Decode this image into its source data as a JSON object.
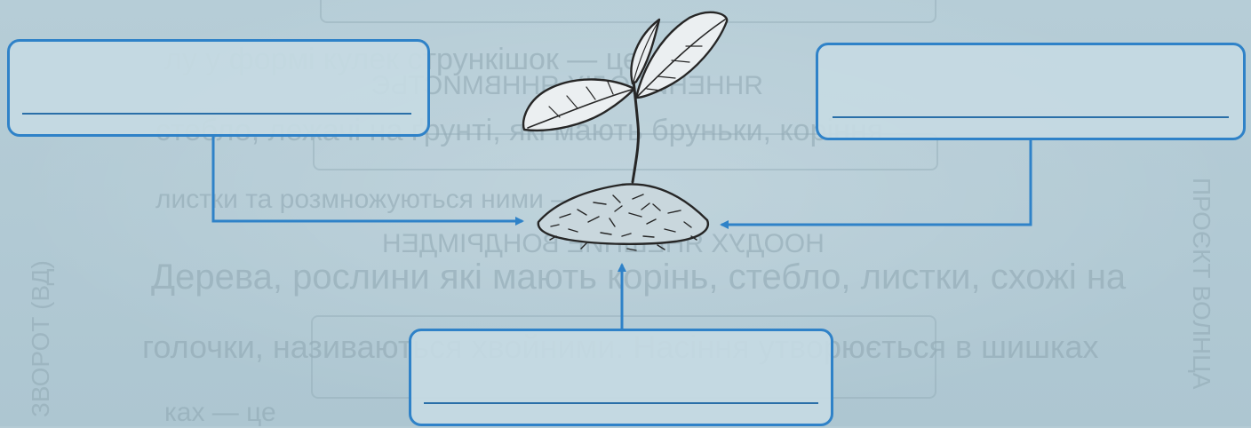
{
  "background_text": {
    "line1": "лу у формі кулек стрункішок — це",
    "line2_mirrored": "ЯННЕНИПОЛІХ ЯННВМИСТЬЄ",
    "line3": "стебло, лежачі на ґрунті, які мають бруньки, коріння",
    "line4": "листки та розмножуються ними — це",
    "line5_mirrored": "НООДУХ ЯНЕШНИЕ ВОНДРІМДЕН",
    "line6": "Дерева, рослини які мають корінь, стебло, листки, схожі на",
    "line7": "голочки, називаються хвойними. Насіння утворюється в шишках",
    "line8": "ках — це",
    "vertical_left": "ЗВОРОТ (ВД)",
    "vertical_right": "ПРОЄКТ ВОЛНЦА"
  },
  "colors": {
    "paper": "#b4cbd5",
    "box_border": "#2f82c8",
    "answer_line": "#2a6fa8",
    "arrow": "#2f82c8",
    "drawing": "#2b2b2b"
  },
  "answers": {
    "left": "",
    "right": "",
    "bottom": ""
  }
}
